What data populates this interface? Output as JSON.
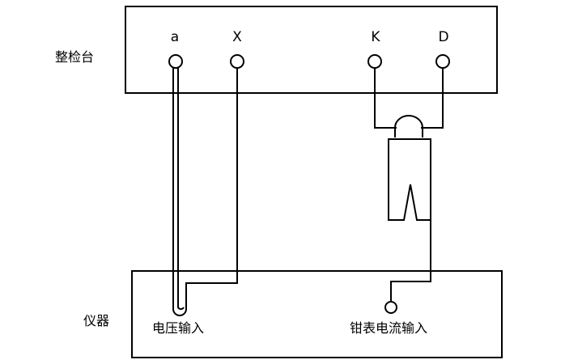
{
  "bench": {
    "label": "整检台",
    "terminals": [
      "a",
      "X",
      "K",
      "D"
    ]
  },
  "instrument": {
    "label": "仪器",
    "voltage_input": "电压输入",
    "clamp_current_input": "钳表电流输入"
  },
  "colors": {
    "line": "#000000",
    "background": "#ffffff"
  }
}
